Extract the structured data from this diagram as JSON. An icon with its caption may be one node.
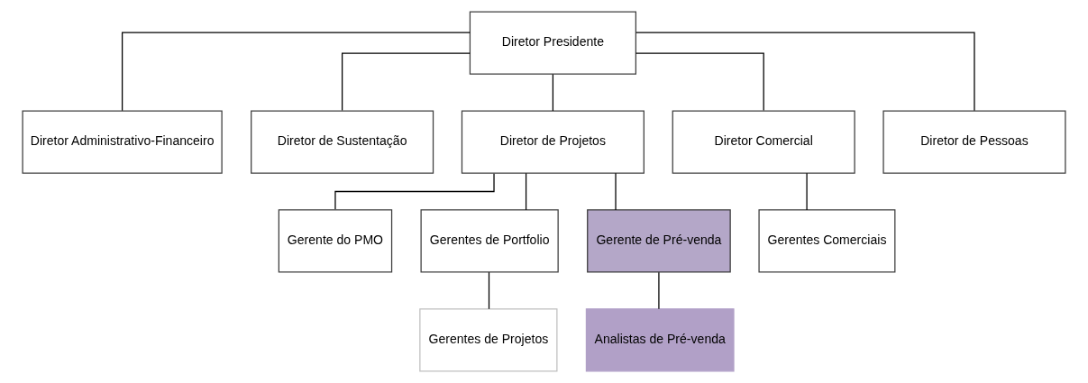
{
  "diagram": {
    "nodes": [
      {
        "text": [
          "Diretor Presidente"
        ]
      },
      {
        "text": [
          "Diretor Administrativo-Financeiro"
        ]
      },
      {
        "text": [
          "Diretor de Sustentação"
        ]
      },
      {
        "text": [
          "Diretor de Projetos"
        ]
      },
      {
        "text": [
          "Diretor Comercial"
        ]
      },
      {
        "text": [
          "Diretor de Pessoas"
        ]
      },
      {
        "text": [
          "Gerente do PMO"
        ]
      },
      {
        "text": [
          "Gerentes de Portfolio"
        ]
      },
      {
        "text": [
          "Gerente de Pré-venda"
        ]
      },
      {
        "text": [
          "Gerentes Comerciais"
        ]
      },
      {
        "text": [
          "Gerentes de Projetos"
        ]
      },
      {
        "text": [
          "Analistas de Pré-venda"
        ]
      }
    ],
    "edges": [
      {
        "from": 0,
        "to": 1,
        "arrow": "none"
      },
      {
        "from": 0,
        "to": 2,
        "arrow": "none"
      },
      {
        "from": 0,
        "to": 3,
        "arrow": "none"
      },
      {
        "from": 0,
        "to": 4,
        "arrow": "none"
      },
      {
        "from": 0,
        "to": 5,
        "arrow": "none"
      },
      {
        "from": 3,
        "to": 6,
        "arrow": "none"
      },
      {
        "from": 3,
        "to": 7,
        "arrow": "none"
      },
      {
        "from": 3,
        "to": 8,
        "arrow": "none"
      },
      {
        "from": 4,
        "to": 9,
        "arrow": "none"
      },
      {
        "from": 7,
        "to": 10,
        "arrow": "none"
      },
      {
        "from": 8,
        "to": 11,
        "arrow": "none"
      }
    ]
  }
}
